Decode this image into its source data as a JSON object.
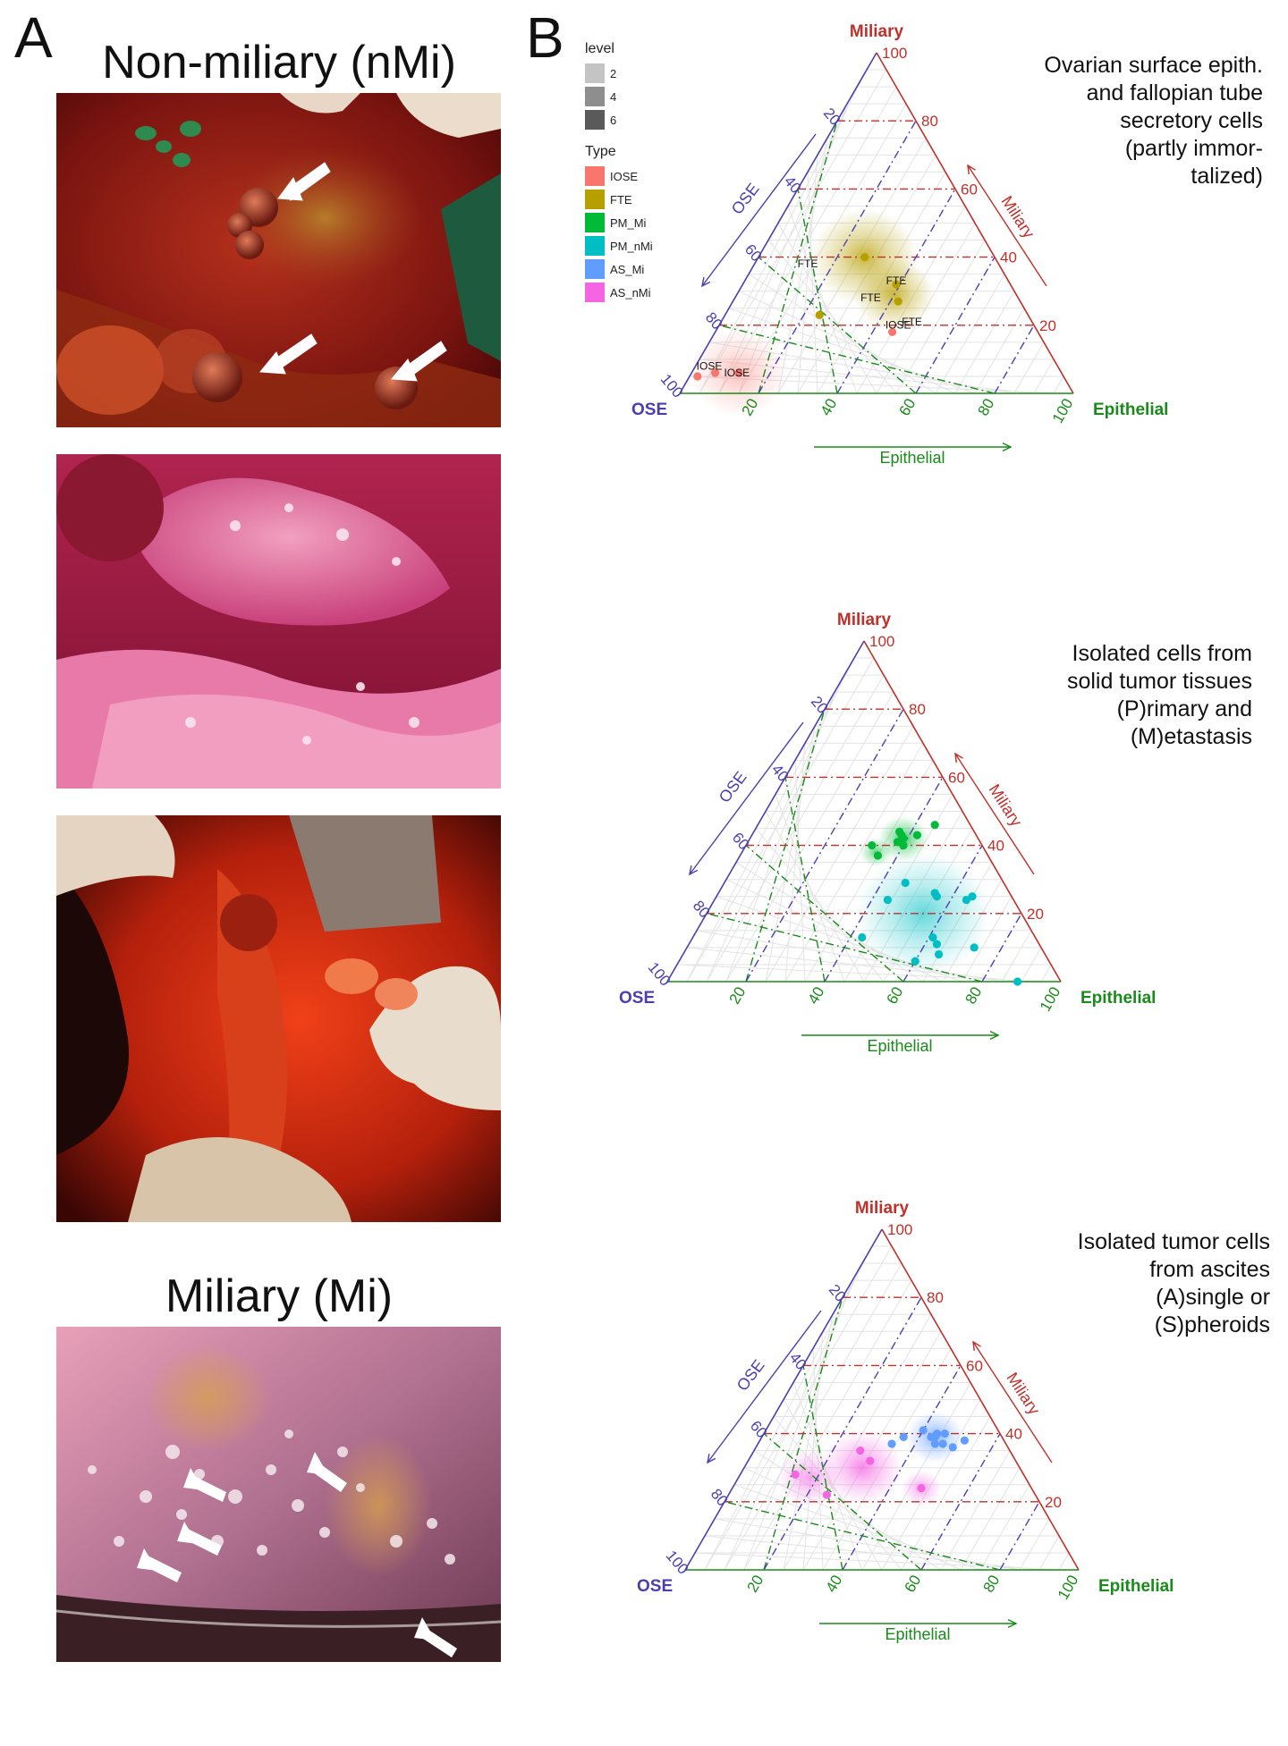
{
  "panel_a": {
    "letter": "A",
    "heading_top": "Non-miliary (nMi)",
    "heading_bottom": "Miliary (Mi)"
  },
  "panel_b": {
    "letter": "B",
    "legend": {
      "level_title": "level",
      "levels": [
        "2",
        "4",
        "6"
      ],
      "level_colors": [
        "#c4c4c4",
        "#8e8e8e",
        "#5a5a5a"
      ],
      "type_title": "Type",
      "types": [
        {
          "name": "IOSE",
          "color": "#f8766d"
        },
        {
          "name": "FTE",
          "color": "#b79f00"
        },
        {
          "name": "PM_Mi",
          "color": "#00ba38"
        },
        {
          "name": "PM_nMi",
          "color": "#00bfc4"
        },
        {
          "name": "AS_Mi",
          "color": "#619cff"
        },
        {
          "name": "AS_nMi",
          "color": "#f564e3"
        }
      ]
    },
    "axis_labels": {
      "top": "Miliary",
      "left": "OSE",
      "right": "Epithelial"
    },
    "tick_values": [
      "20",
      "40",
      "60",
      "80",
      "100"
    ],
    "top_tick_values": [
      "100",
      "80",
      "60",
      "40",
      "20"
    ],
    "colors": {
      "miliary": "#c0302a",
      "ose": "#4b3fb0",
      "epithelial": "#1a8a1a"
    }
  },
  "chart_data": [
    {
      "type": "scatter",
      "subtype": "ternary",
      "description_lines": [
        "Ovarian surface epith.",
        "and fallopian tube",
        "secretory cells",
        "(partly immor-",
        "talized)"
      ],
      "axes": {
        "top": "Miliary",
        "left": "OSE",
        "right": "Epithelial"
      },
      "range": [
        0,
        100
      ],
      "point_labels": [
        {
          "text": "FTE",
          "ose": 49,
          "epithelial": 14,
          "miliary": 37
        },
        {
          "text": "FTE",
          "ose": 38,
          "epithelial": 35,
          "miliary": 27
        },
        {
          "text": "FTE",
          "ose": 29,
          "epithelial": 39,
          "miliary": 32
        },
        {
          "text": "FTE",
          "ose": 31,
          "epithelial": 49,
          "miliary": 20
        },
        {
          "text": "IOSE",
          "ose": 35,
          "epithelial": 46,
          "miliary": 19
        },
        {
          "text": "IOSE",
          "ose": 83,
          "epithelial": 12,
          "miliary": 5
        },
        {
          "text": "IOSE",
          "ose": 89,
          "epithelial": 4,
          "miliary": 7
        }
      ],
      "series": [
        {
          "name": "FTE",
          "color": "#b79f00",
          "points": [
            {
              "ose": 33,
              "epithelial": 27,
              "miliary": 40
            },
            {
              "ose": 53,
              "epithelial": 24,
              "miliary": 23
            },
            {
              "ose": 29,
              "epithelial": 39,
              "miliary": 32
            },
            {
              "ose": 31,
              "epithelial": 42,
              "miliary": 27
            }
          ],
          "density": [
            {
              "ose": 33,
              "epithelial": 27,
              "miliary": 40,
              "spread": 60,
              "level": 1
            },
            {
              "ose": 31,
              "epithelial": 40,
              "miliary": 29,
              "spread": 45,
              "level": 1
            }
          ]
        },
        {
          "name": "IOSE",
          "color": "#f8766d",
          "points": [
            {
              "ose": 88,
              "epithelial": 6,
              "miliary": 6
            },
            {
              "ose": 82,
              "epithelial": 12,
              "miliary": 6
            },
            {
              "ose": 93,
              "epithelial": 2,
              "miliary": 5
            },
            {
              "ose": 37,
              "epithelial": 45,
              "miliary": 18
            }
          ],
          "density": [
            {
              "ose": 82,
              "epithelial": 12,
              "miliary": 6,
              "spread": 55,
              "level": 0.6
            }
          ]
        }
      ]
    },
    {
      "type": "scatter",
      "subtype": "ternary",
      "description_lines": [
        "Isolated cells from",
        "solid tumor tissues",
        "(P)rimary and",
        "(M)etastasis"
      ],
      "axes": {
        "top": "Miliary",
        "left": "OSE",
        "right": "Epithelial"
      },
      "range": [
        0,
        100
      ],
      "point_labels": [],
      "series": [
        {
          "name": "PM_Mi",
          "color": "#00ba38",
          "points": [
            {
              "ose": 19,
              "epithelial": 38,
              "miliary": 43
            },
            {
              "ose": 19,
              "epithelial": 39,
              "miliary": 42
            },
            {
              "ose": 19,
              "epithelial": 37,
              "miliary": 44
            },
            {
              "ose": 19,
              "epithelial": 39,
              "miliary": 42
            },
            {
              "ose": 20,
              "epithelial": 40,
              "miliary": 40
            },
            {
              "ose": 21,
              "epithelial": 38,
              "miliary": 41
            },
            {
              "ose": 15,
              "epithelial": 42,
              "miliary": 43
            },
            {
              "ose": 9,
              "epithelial": 45,
              "miliary": 46
            },
            {
              "ose": 28,
              "epithelial": 32,
              "miliary": 40
            },
            {
              "ose": 28,
              "epithelial": 35,
              "miliary": 37
            }
          ],
          "density": [
            {
              "ose": 19,
              "epithelial": 39,
              "miliary": 42,
              "spread": 28,
              "level": 1
            },
            {
              "ose": 28,
              "epithelial": 34,
              "miliary": 38,
              "spread": 18,
              "level": 0.8
            }
          ]
        },
        {
          "name": "PM_nMi",
          "color": "#00bfc4",
          "points": [
            {
              "ose": 25,
              "epithelial": 46,
              "miliary": 29
            },
            {
              "ose": 32,
              "epithelial": 44,
              "miliary": 24
            },
            {
              "ose": 19,
              "epithelial": 55,
              "miliary": 26
            },
            {
              "ose": 19,
              "epithelial": 56,
              "miliary": 25
            },
            {
              "ose": 12,
              "epithelial": 64,
              "miliary": 24
            },
            {
              "ose": 10,
              "epithelial": 65,
              "miliary": 25
            },
            {
              "ose": 44,
              "epithelial": 43,
              "miliary": 13
            },
            {
              "ose": 26,
              "epithelial": 61,
              "miliary": 13
            },
            {
              "ose": 26,
              "epithelial": 63,
              "miliary": 11
            },
            {
              "ose": 27,
              "epithelial": 65,
              "miliary": 8
            },
            {
              "ose": 17,
              "epithelial": 73,
              "miliary": 10
            },
            {
              "ose": 34,
              "epithelial": 60,
              "miliary": 6
            },
            {
              "ose": 11,
              "epithelial": 89,
              "miliary": 0
            }
          ],
          "density": [
            {
              "ose": 25,
              "epithelial": 55,
              "miliary": 20,
              "spread": 75,
              "level": 0.8
            }
          ]
        }
      ]
    },
    {
      "type": "scatter",
      "subtype": "ternary",
      "description_lines": [
        "Isolated tumor cells",
        "from ascites",
        "(A)single or",
        "(S)pheroids"
      ],
      "axes": {
        "top": "Miliary",
        "left": "OSE",
        "right": "Epithelial"
      },
      "range": [
        0,
        100
      ],
      "point_labels": [],
      "series": [
        {
          "name": "AS_Mi",
          "color": "#619cff",
          "points": [
            {
              "ose": 19,
              "epithelial": 40,
              "miliary": 41
            },
            {
              "ose": 18,
              "epithelial": 43,
              "miliary": 39
            },
            {
              "ose": 16,
              "epithelial": 44,
              "miliary": 40
            },
            {
              "ose": 17,
              "epithelial": 44,
              "miliary": 39
            },
            {
              "ose": 18,
              "epithelial": 45,
              "miliary": 37
            },
            {
              "ose": 16,
              "epithelial": 47,
              "miliary": 37
            },
            {
              "ose": 14,
              "epithelial": 46,
              "miliary": 40
            },
            {
              "ose": 14,
              "epithelial": 50,
              "miliary": 36
            },
            {
              "ose": 25,
              "epithelial": 36,
              "miliary": 39
            },
            {
              "ose": 29,
              "epithelial": 34,
              "miliary": 37
            },
            {
              "ose": 10,
              "epithelial": 52,
              "miliary": 38
            }
          ],
          "density": [
            {
              "ose": 17,
              "epithelial": 44,
              "miliary": 39,
              "spread": 32,
              "level": 1
            }
          ]
        },
        {
          "name": "AS_nMi",
          "color": "#f564e3",
          "points": [
            {
              "ose": 38,
              "epithelial": 27,
              "miliary": 35
            },
            {
              "ose": 37,
              "epithelial": 31,
              "miliary": 32
            },
            {
              "ose": 58,
              "epithelial": 14,
              "miliary": 28
            },
            {
              "ose": 53,
              "epithelial": 25,
              "miliary": 22
            },
            {
              "ose": 28,
              "epithelial": 48,
              "miliary": 24
            }
          ],
          "density": [
            {
              "ose": 40,
              "epithelial": 30,
              "miliary": 30,
              "spread": 45,
              "level": 1
            },
            {
              "ose": 55,
              "epithelial": 18,
              "miliary": 27,
              "spread": 35,
              "level": 0.8
            },
            {
              "ose": 28,
              "epithelial": 48,
              "miliary": 24,
              "spread": 22,
              "level": 0.8
            }
          ]
        }
      ]
    }
  ]
}
